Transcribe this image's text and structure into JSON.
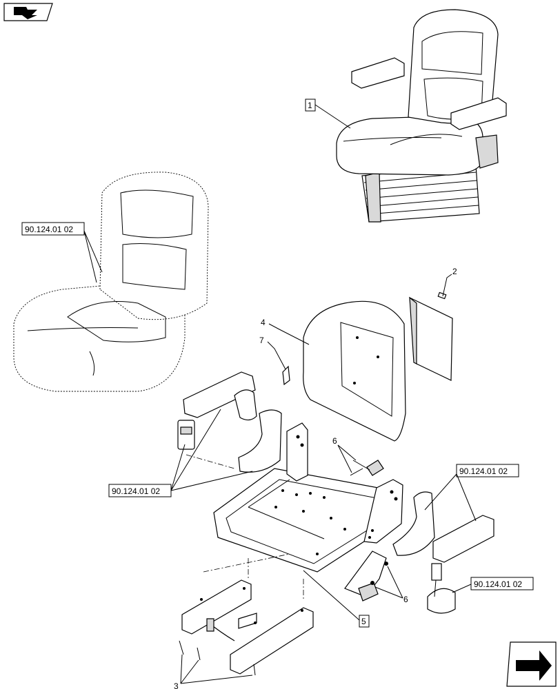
{
  "refs": {
    "ref_top_right": "90.124.01 02",
    "ref_left_arm": "90.124.01 02",
    "ref_ghost_seat": "90.124.01 02",
    "ref_belt": "90.124.01 02"
  },
  "callouts": {
    "c1": "1",
    "c2": "2",
    "c3": "3",
    "c4": "4",
    "c5": "5",
    "c6a": "6",
    "c6b": "6",
    "c7": "7"
  }
}
